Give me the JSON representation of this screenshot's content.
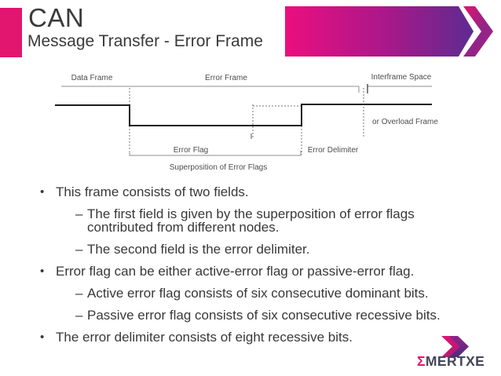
{
  "header": {
    "title": "CAN",
    "subtitle": "Message Transfer - Error Frame"
  },
  "diagram": {
    "labels": {
      "data_frame": "Data Frame",
      "error_frame": "Error Frame",
      "interframe_space": "Interframe Space",
      "or_overload_frame": "or Overload Frame",
      "error_flag": "Error Flag",
      "error_delimiter": "Error Delimiter",
      "superposition": "Superposition of Error Flags"
    }
  },
  "bullets": {
    "items": [
      {
        "level": 1,
        "marker": "•",
        "text": "This frame consists of two fields."
      },
      {
        "level": 2,
        "marker": "–",
        "text": "The first field is given by the superposition of error flags contributed from different nodes."
      },
      {
        "level": 2,
        "marker": "–",
        "text": "The second field is the error delimiter."
      },
      {
        "level": 1,
        "marker": "•",
        "text": "Error flag can be either active-error flag or passive-error flag."
      },
      {
        "level": 2,
        "marker": "–",
        "text": "Active error flag consists of six consecutive dominant bits."
      },
      {
        "level": 2,
        "marker": "–",
        "text": "Passive error flag consists of six consecutive recessive bits."
      },
      {
        "level": 1,
        "marker": "•",
        "text": "The error delimiter consists of eight recessive bits."
      }
    ]
  },
  "logo": {
    "sigma": "Σ",
    "name": "MERTXE"
  },
  "colors": {
    "accent_pink": "#e2156f",
    "banner_pink": "#ec0e7f",
    "banner_purple": "#5d2b90",
    "body_text": "#383838"
  }
}
